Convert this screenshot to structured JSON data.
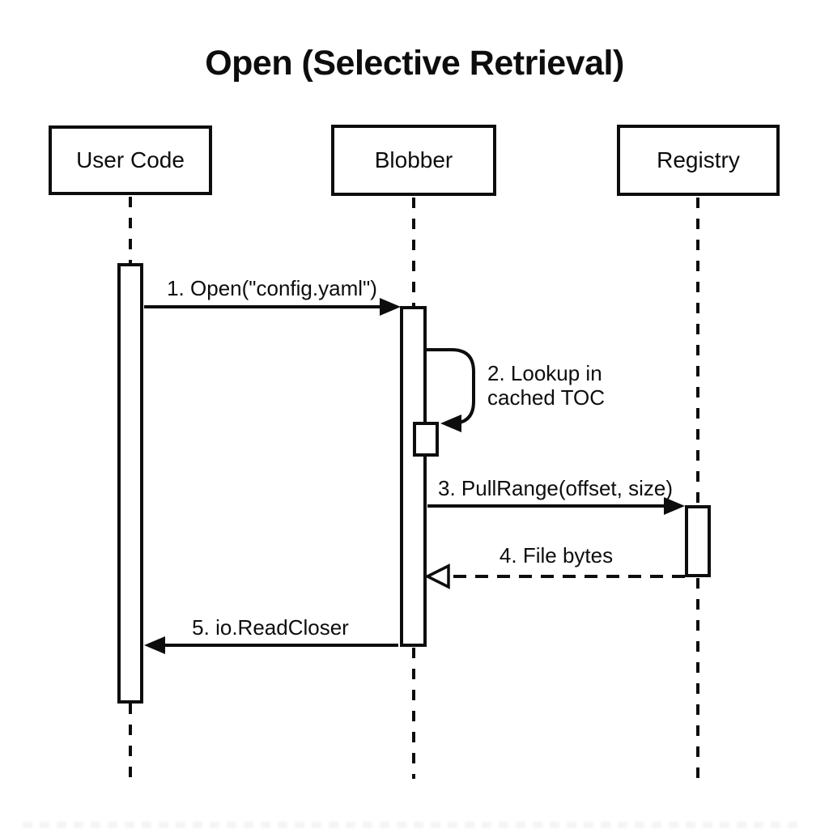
{
  "title": "Open (Selective Retrieval)",
  "diagram_type": "sequence",
  "colors": {
    "background": "#ffffff",
    "ink": "#0d0d0d"
  },
  "participants": [
    {
      "label": "User Code"
    },
    {
      "label": "Blobber"
    },
    {
      "label": "Registry"
    }
  ],
  "messages": [
    {
      "label": "1. Open(\"config.yaml\")",
      "from": "User Code",
      "to": "Blobber",
      "line": "solid",
      "arrowhead": "filled"
    },
    {
      "label": "2. Lookup in cached TOC",
      "label_line1": "2. Lookup in",
      "label_line2": "cached TOC",
      "from": "Blobber",
      "to": "Blobber",
      "line": "solid",
      "arrowhead": "filled",
      "self_message": true
    },
    {
      "label": "3. PullRange(offset, size)",
      "from": "Blobber",
      "to": "Registry",
      "line": "solid",
      "arrowhead": "filled"
    },
    {
      "label": "4. File bytes",
      "from": "Registry",
      "to": "Blobber",
      "line": "dashed",
      "arrowhead": "open"
    },
    {
      "label": "5. io.ReadCloser",
      "from": "Blobber",
      "to": "User Code",
      "line": "solid",
      "arrowhead": "filled"
    }
  ]
}
